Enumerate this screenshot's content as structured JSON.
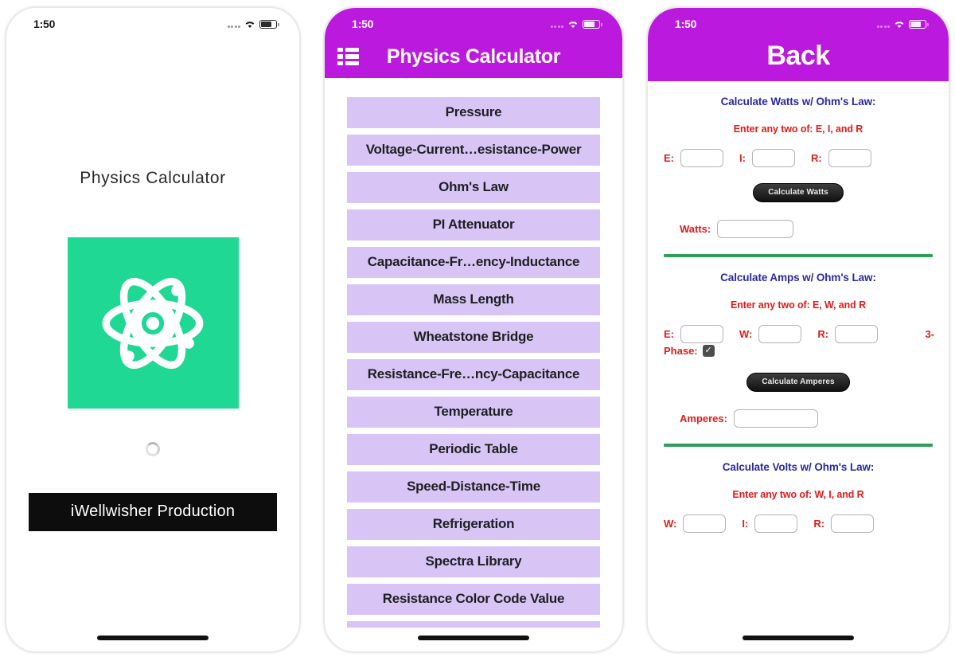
{
  "status_bar": {
    "time": "1:50",
    "icons": [
      "signal-dots",
      "wifi-icon",
      "battery-icon"
    ]
  },
  "colors": {
    "brand_purple": "#BB1ADE",
    "menu_lavender": "#D8C5F6",
    "icon_green": "#1ED894",
    "divider_green": "#2E9E5B",
    "label_red": "#E01B1B",
    "heading_blue": "#2C2A9E"
  },
  "screen1": {
    "title": "Physics Calculator",
    "app_icon": "atom-icon",
    "loading_indicator": "spinner",
    "publisher": "iWellwisher Production"
  },
  "screen2": {
    "navbar": {
      "menu_icon": "list-icon",
      "title": "Physics Calculator"
    },
    "menu_items": [
      "Pressure",
      "Voltage-Current…esistance-Power",
      "Ohm's Law",
      "PI Attenuator",
      "Capacitance-Fr…ency-Inductance",
      "Mass Length",
      "Wheatstone Bridge",
      "Resistance-Fre…ncy-Capacitance",
      "Temperature",
      "Periodic Table",
      "Speed-Distance-Time",
      "Refrigeration",
      "Spectra Library",
      "Resistance Color Code Value"
    ]
  },
  "screen3": {
    "navbar": {
      "title": "Back"
    },
    "sections": [
      {
        "heading": "Calculate Watts w/ Ohm's Law:",
        "instruction": "Enter any two of: E, I, and R",
        "fields": [
          {
            "label": "E:",
            "value": ""
          },
          {
            "label": "I:",
            "value": ""
          },
          {
            "label": "R:",
            "value": ""
          }
        ],
        "has_phase": false,
        "button": "Calculate Watts",
        "result_label": "Watts:",
        "result_value": ""
      },
      {
        "heading": "Calculate Amps w/ Ohm's Law:",
        "instruction": "Enter any two of: E, W, and R",
        "fields": [
          {
            "label": "E:",
            "value": ""
          },
          {
            "label": "W:",
            "value": ""
          },
          {
            "label": "R:",
            "value": ""
          }
        ],
        "has_phase": true,
        "phase_label_part1": "3-",
        "phase_label_part2": "Phase:",
        "phase_checked": true,
        "phase_check_glyph": "✓",
        "button": "Calculate Amperes",
        "result_label": "Amperes:",
        "result_value": ""
      },
      {
        "heading": "Calculate Volts w/ Ohm's Law:",
        "instruction": "Enter any two of: W, I, and R",
        "fields": [
          {
            "label": "W:",
            "value": ""
          },
          {
            "label": "I:",
            "value": ""
          },
          {
            "label": "R:",
            "value": ""
          }
        ],
        "has_phase": false,
        "button": "",
        "result_label": "",
        "result_value": ""
      }
    ]
  }
}
